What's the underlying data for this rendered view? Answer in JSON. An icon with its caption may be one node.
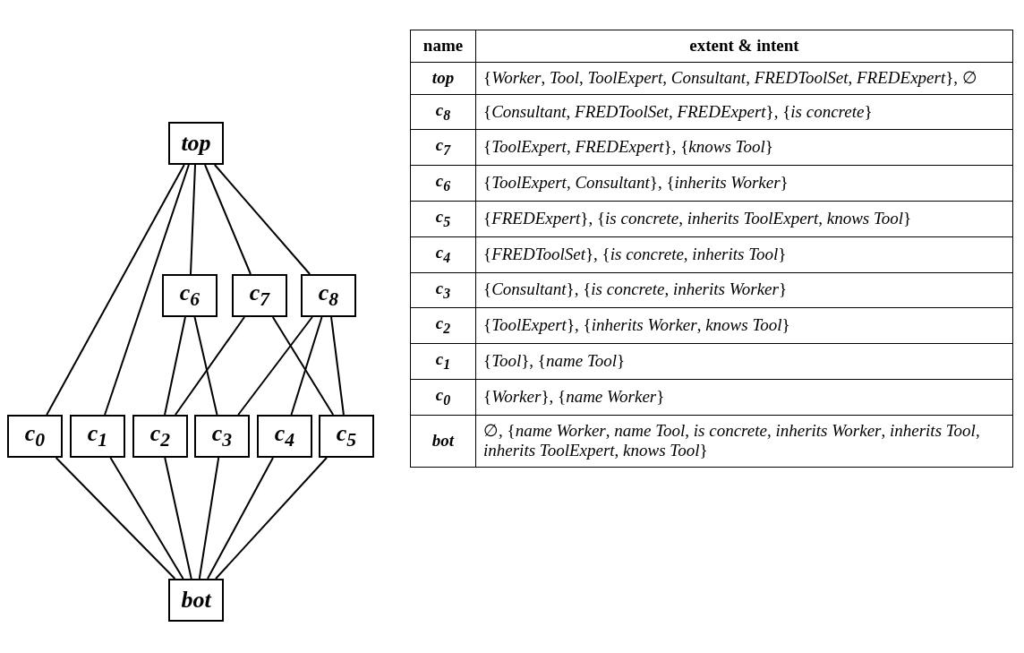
{
  "diagram": {
    "nodes": [
      {
        "text": [
          "top"
        ]
      },
      {
        "text": [
          "c$_{6}$"
        ]
      },
      {
        "text": [
          "c$_{7}$"
        ]
      },
      {
        "text": [
          "c$_{8}$"
        ]
      },
      {
        "text": [
          "c$_{0}$"
        ]
      },
      {
        "text": [
          "c$_{1}$"
        ]
      },
      {
        "text": [
          "c$_{2}$"
        ]
      },
      {
        "text": [
          "c$_{3}$"
        ]
      },
      {
        "text": [
          "c$_{4}$"
        ]
      },
      {
        "text": [
          "c$_{5}$"
        ]
      },
      {
        "text": [
          "bot"
        ]
      }
    ],
    "edges": [
      {
        "from": 0,
        "to": 4,
        "arrow": "none"
      },
      {
        "from": 0,
        "to": 5,
        "arrow": "none"
      },
      {
        "from": 0,
        "to": 1,
        "arrow": "none"
      },
      {
        "from": 0,
        "to": 2,
        "arrow": "none"
      },
      {
        "from": 0,
        "to": 3,
        "arrow": "none"
      },
      {
        "from": 1,
        "to": 6,
        "arrow": "none"
      },
      {
        "from": 1,
        "to": 7,
        "arrow": "none"
      },
      {
        "from": 2,
        "to": 6,
        "arrow": "none"
      },
      {
        "from": 2,
        "to": 9,
        "arrow": "none"
      },
      {
        "from": 3,
        "to": 7,
        "arrow": "none"
      },
      {
        "from": 3,
        "to": 8,
        "arrow": "none"
      },
      {
        "from": 3,
        "to": 9,
        "arrow": "none"
      },
      {
        "from": 4,
        "to": 10,
        "arrow": "none"
      },
      {
        "from": 5,
        "to": 10,
        "arrow": "none"
      },
      {
        "from": 6,
        "to": 10,
        "arrow": "none"
      },
      {
        "from": 7,
        "to": 10,
        "arrow": "none"
      },
      {
        "from": 8,
        "to": 10,
        "arrow": "none"
      },
      {
        "from": 9,
        "to": 10,
        "arrow": "none"
      }
    ],
    "labels": [
      "name",
      "extent & intent",
      "top",
      "{*Worker*, *Tool*, *ToolExpert*, *Consultant*, *FREDToolSet*, *FREDExpert*}, ∅",
      "c$_{8}$",
      "{*Consultant*, *FREDToolSet*, *FREDExpert*}, {*is concrete*}",
      "c$_{7}$",
      "{*ToolExpert*, *FREDExpert*}, {*knows Tool*}",
      "c$_{6}$",
      "{*ToolExpert*, *Consultant*}, {*inherits Worker*}",
      "c$_{5}$",
      "{*FREDExpert*}, {*is concrete*, *inherits ToolExpert, knows Tool*}",
      "c$_{4}$",
      "{*FREDToolSet*}, {*is concrete*, *inherits Tool*}",
      "c$_{3}$",
      "{*Consultant*}, {*is concrete*, *inherits Worker*}",
      "c$_{2}$",
      "{*ToolExpert*}, {*inherits Worker*, *knows Tool*}",
      "c$_{1}$",
      "{*Tool*}, {*name Tool*}",
      "c$_{0}$",
      "{*Worker*}, {*name Worker*}",
      "bot",
      "∅, {*name Worker*, *name Tool*, *is concrete*, *inherits Worker*, *inherits Tool*, *inherits ToolExpert*, *knows Tool*}"
    ]
  }
}
